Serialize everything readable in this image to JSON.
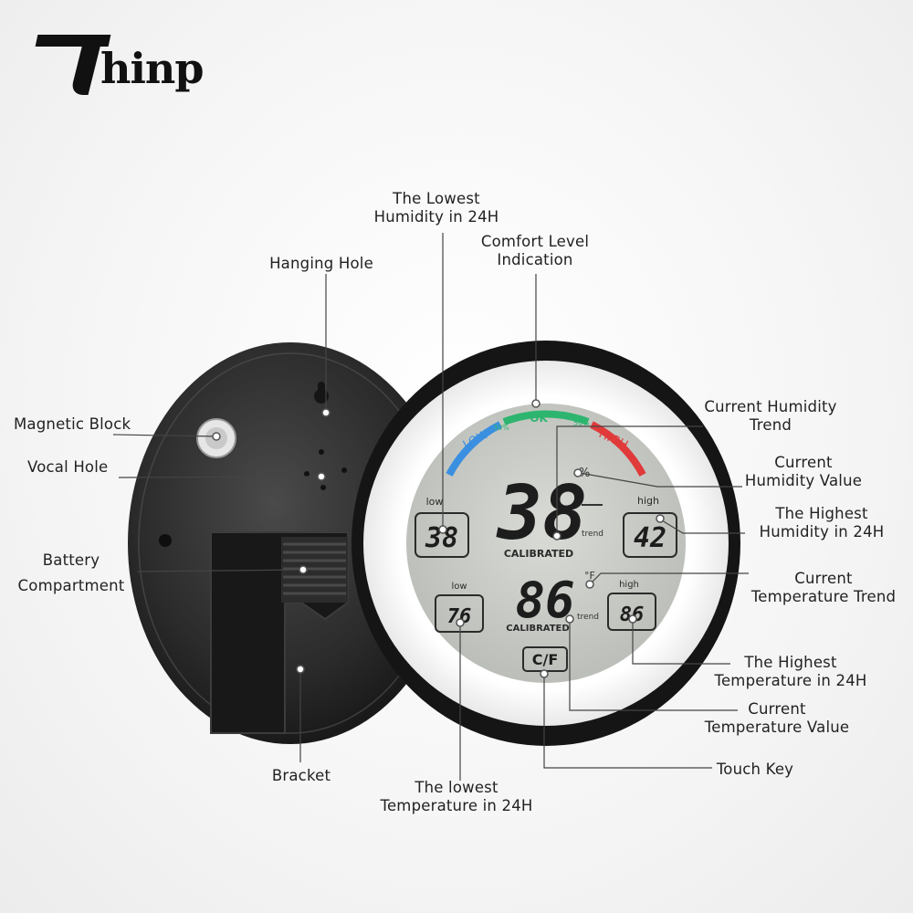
{
  "brand": {
    "name": "hinp",
    "logo_letter": "T"
  },
  "display": {
    "comfort": {
      "low": "LOW",
      "ok": "OK",
      "high": "HIGH",
      "pct_left": "30%",
      "pct_right": "50%"
    },
    "humidity": {
      "current": "38",
      "low_label": "low",
      "low_value": "38",
      "high_label": "high",
      "high_value": "42",
      "trend_label": "trend",
      "calibrated": "CALIBRATED",
      "unit": "%"
    },
    "temperature": {
      "current": "86",
      "low_label": "low",
      "low_value": "76",
      "high_label": "high",
      "high_value": "86",
      "trend_label": "trend",
      "calibrated": "CALIBRATED",
      "unit": "°F"
    },
    "touch_key": "C/F"
  },
  "labels": {
    "hanging_hole": "Hanging Hole",
    "magnetic_block": "Magnetic Block",
    "vocal_hole": "Vocal Hole",
    "battery_compartment": "Battery\nCompartment",
    "bracket": "Bracket",
    "lowest_humidity": "The Lowest\nHumidity in 24H",
    "comfort_level": "Comfort Level\nIndication",
    "humidity_trend": "Current Humidity\nTrend",
    "humidity_value": "Current\nHumidity Value",
    "highest_humidity": "The Highest\nHumidity in 24H",
    "temperature_trend": "Current\nTemperature Trend",
    "highest_temperature": "The Highest\nTemperature in 24H",
    "temperature_value": "Current\nTemperature Value",
    "touch_key": "Touch Key",
    "lowest_temperature": "The lowest\nTemperature in 24H"
  }
}
